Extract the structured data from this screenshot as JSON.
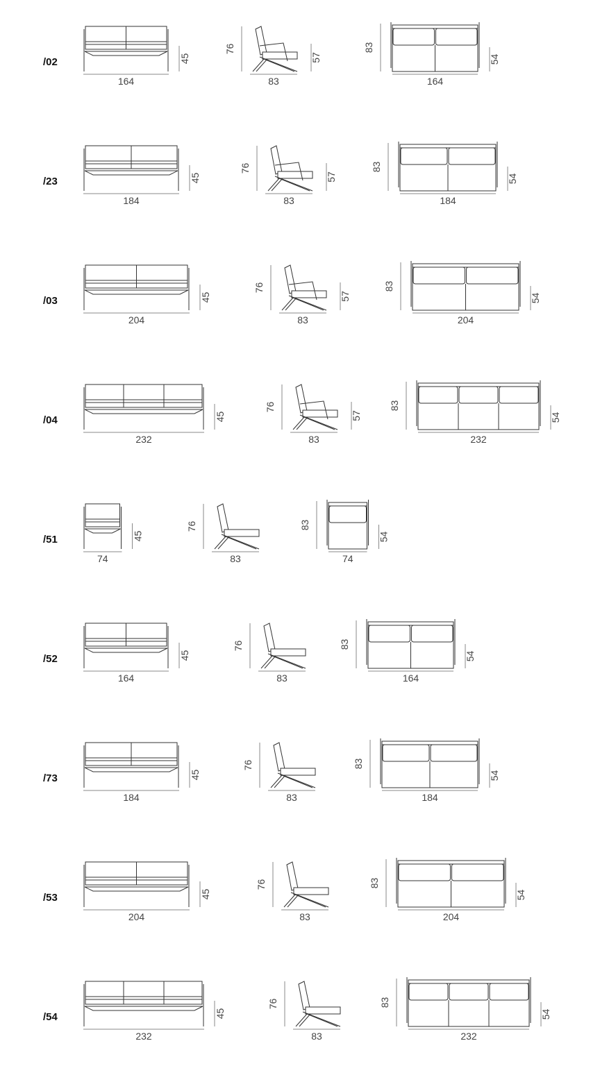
{
  "rows": [
    {
      "label": "/02",
      "width": 164,
      "seat_height": 45,
      "depth": 83,
      "height": 76,
      "arm_height": 57,
      "seat_depth": 54,
      "top_depth": 83,
      "seats": 2
    },
    {
      "label": "/23",
      "width": 184,
      "seat_height": 45,
      "depth": 83,
      "height": 76,
      "arm_height": 57,
      "seat_depth": 54,
      "top_depth": 83,
      "seats": 2
    },
    {
      "label": "/03",
      "width": 204,
      "seat_height": 45,
      "depth": 83,
      "height": 76,
      "arm_height": 57,
      "seat_depth": 54,
      "top_depth": 83,
      "seats": 2
    },
    {
      "label": "/04",
      "width": 232,
      "seat_height": 45,
      "depth": 83,
      "height": 76,
      "arm_height": 57,
      "seat_depth": 54,
      "top_depth": 83,
      "seats": 3
    },
    {
      "label": "/51",
      "width": 74,
      "seat_height": 45,
      "depth": 83,
      "height": 76,
      "arm_height": null,
      "seat_depth": 54,
      "top_depth": 83,
      "seats": 1
    },
    {
      "label": "/52",
      "width": 164,
      "seat_height": 45,
      "depth": 83,
      "height": 76,
      "arm_height": null,
      "seat_depth": 54,
      "top_depth": 83,
      "seats": 2
    },
    {
      "label": "/73",
      "width": 184,
      "seat_height": 45,
      "depth": 83,
      "height": 76,
      "arm_height": null,
      "seat_depth": 54,
      "top_depth": 83,
      "seats": 2
    },
    {
      "label": "/53",
      "width": 204,
      "seat_height": 45,
      "depth": 83,
      "height": 76,
      "arm_height": null,
      "seat_depth": 54,
      "top_depth": 83,
      "seats": 2
    },
    {
      "label": "/54",
      "width": 232,
      "seat_height": 45,
      "depth": 83,
      "height": 76,
      "arm_height": null,
      "seat_depth": 54,
      "top_depth": 83,
      "seats": 3
    }
  ],
  "colors": {
    "line": "#333333",
    "dimension": "#888888",
    "text": "#444444"
  }
}
